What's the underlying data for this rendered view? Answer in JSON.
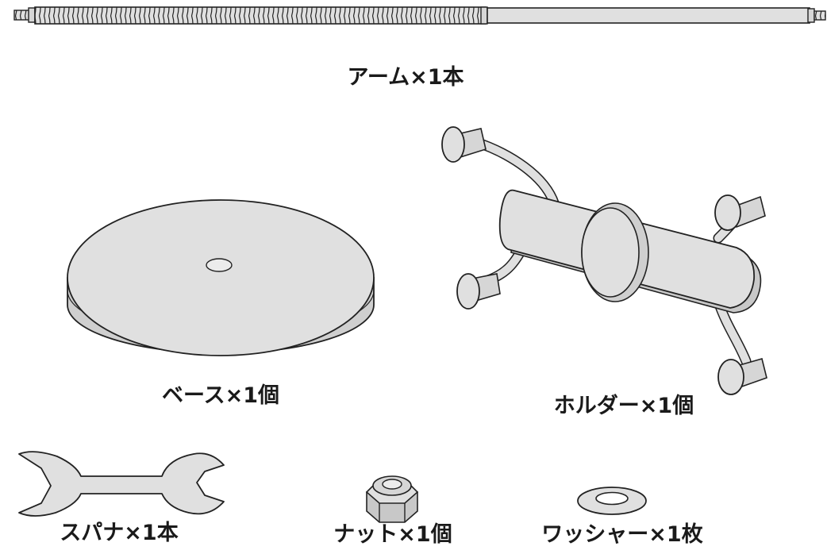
{
  "colors": {
    "fill": "#e0e0e0",
    "fill_light": "#ececec",
    "fill_dark": "#c8c8c8",
    "stroke": "#222222"
  },
  "parts": {
    "arm": {
      "label": "アーム×1本"
    },
    "base": {
      "label": "ベース×1個"
    },
    "holder": {
      "label": "ホルダー×1個"
    },
    "spanner": {
      "label": "スパナ×1本"
    },
    "nut": {
      "label": "ナット×1個"
    },
    "washer": {
      "label": "ワッシャー×1枚"
    }
  }
}
